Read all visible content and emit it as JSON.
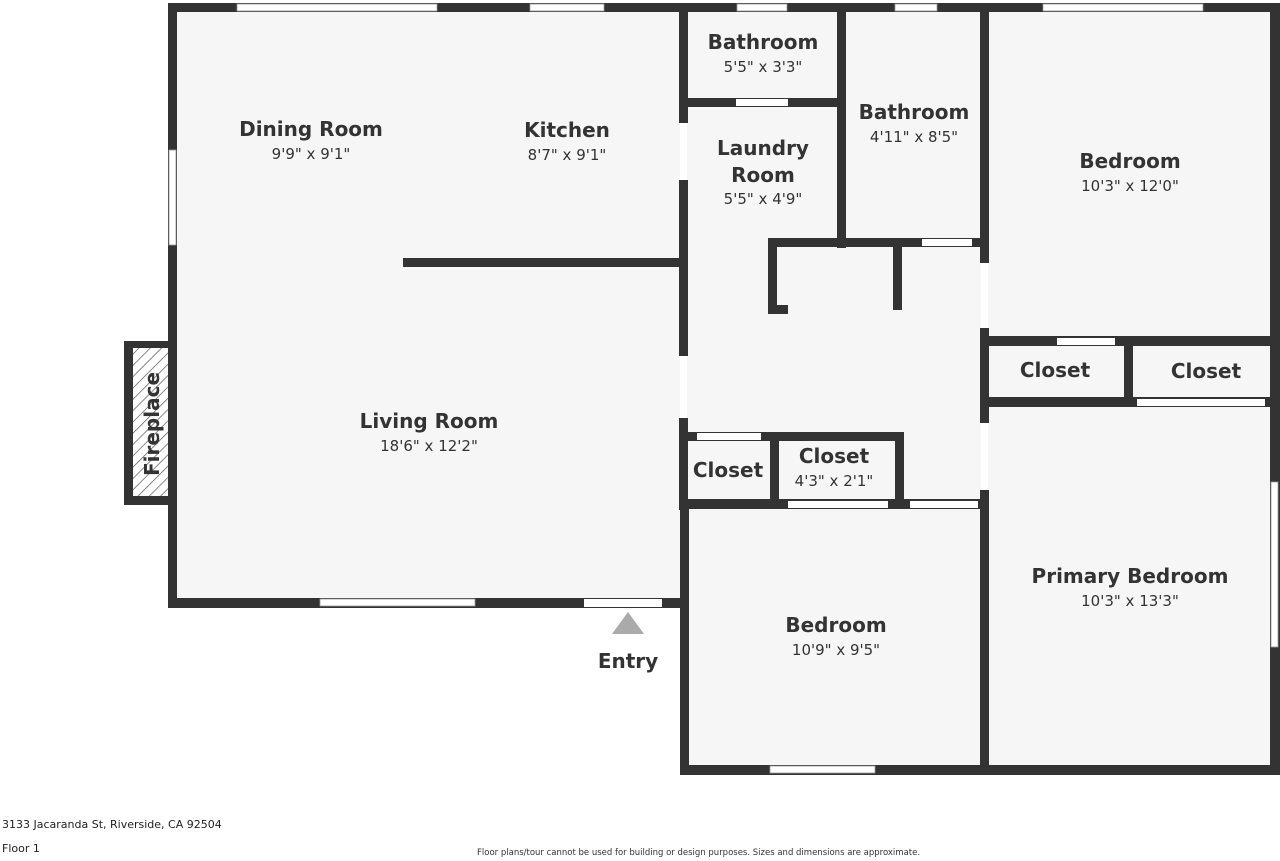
{
  "colors": {
    "wall": "#333333",
    "floor": "#f6f6f6",
    "window": "#ffffff",
    "text": "#333333"
  },
  "rooms": [
    {
      "key": "dining",
      "name": "Dining Room",
      "dim": "9'9\" x 9'1\""
    },
    {
      "key": "kitchen",
      "name": "Kitchen",
      "dim": "8'7\" x 9'1\""
    },
    {
      "key": "bath1",
      "name": "Bathroom",
      "dim": "5'5\" x 3'3\""
    },
    {
      "key": "bath2",
      "name": "Bathroom",
      "dim": "4'11\" x 8'5\""
    },
    {
      "key": "laundry",
      "name_line1": "Laundry",
      "name_line2": "Room",
      "dim": "5'5\" x 4'9\""
    },
    {
      "key": "bedroom_ne",
      "name": "Bedroom",
      "dim": "10'3\" x 12'0\""
    },
    {
      "key": "living",
      "name": "Living Room",
      "dim": "18'6\" x 12'2\""
    },
    {
      "key": "closet_a",
      "name": "Closet"
    },
    {
      "key": "closet_b",
      "name": "Closet"
    },
    {
      "key": "closet_c",
      "name": "Closet"
    },
    {
      "key": "closet_d",
      "name": "Closet",
      "dim": "4'3\" x 2'1\""
    },
    {
      "key": "primary",
      "name": "Primary Bedroom",
      "dim": "10'3\" x 13'3\""
    },
    {
      "key": "bedroom_s",
      "name": "Bedroom",
      "dim": "10'9\" x 9'5\""
    }
  ],
  "fireplace": "Fireplace",
  "entry": "Entry",
  "footer": {
    "address": "3133 Jacaranda St, Riverside, CA 92504",
    "floor": "Floor 1",
    "disclaimer": "Floor plans/tour cannot be used for building or design purposes. Sizes and dimensions are approximate."
  }
}
